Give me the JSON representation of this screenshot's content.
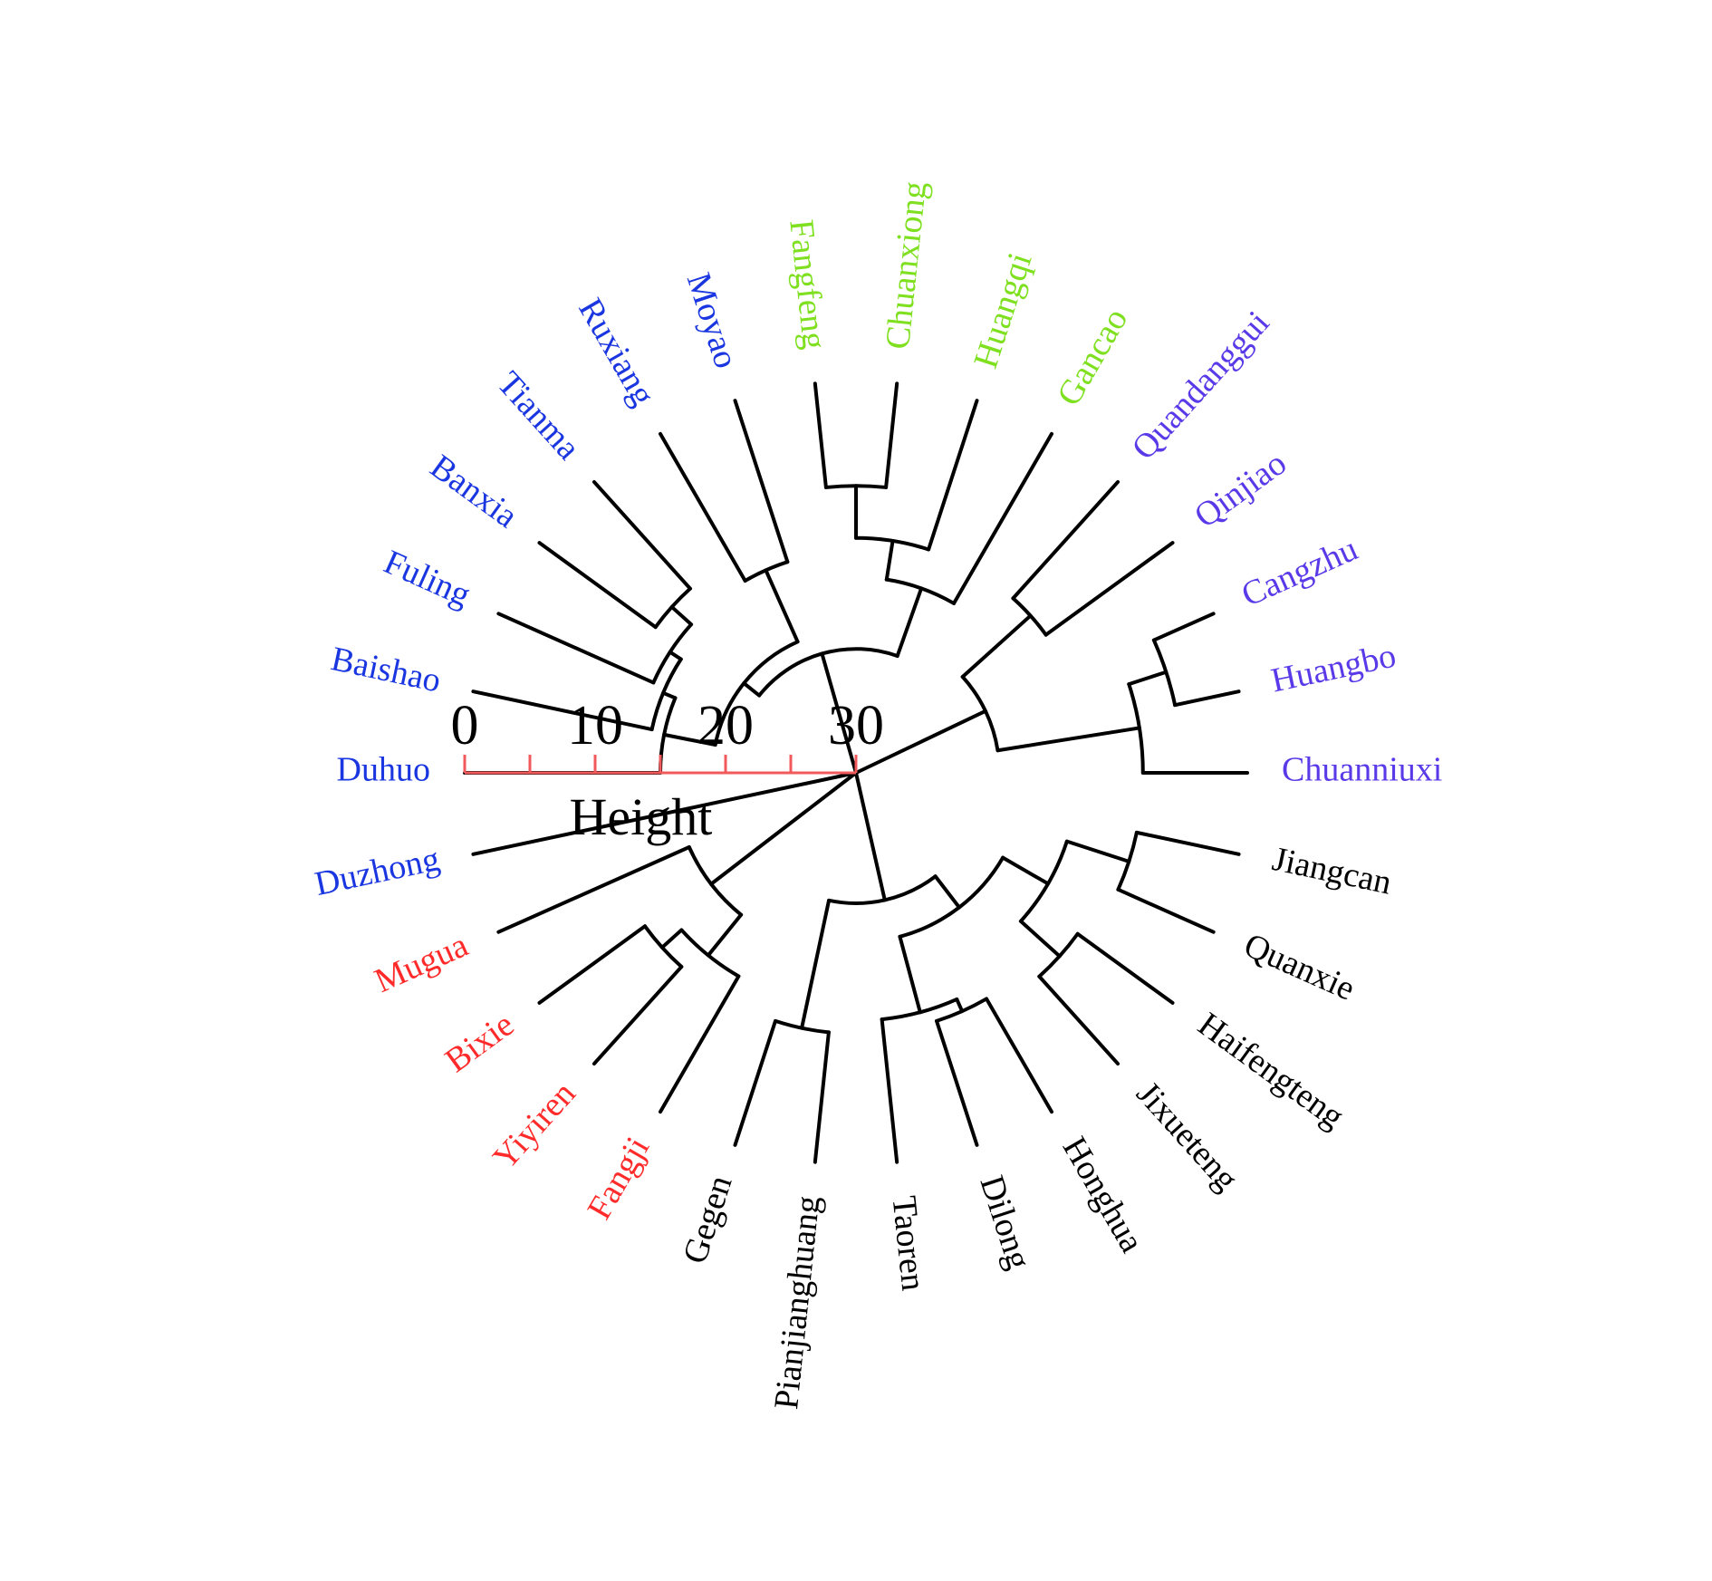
{
  "scale": {
    "title": "Height",
    "ticks": [
      0,
      10,
      20,
      30
    ],
    "max": 30,
    "color": "#f05a5a"
  },
  "colors": {
    "blue": "#1a36e0",
    "green": "#7ee01f",
    "purple": "#5a3ae8",
    "black": "#000000",
    "red": "#ff2a2a"
  },
  "leaves": [
    {
      "name": "Duhuo",
      "color": "blue"
    },
    {
      "name": "Baishao",
      "color": "blue"
    },
    {
      "name": "Fuling",
      "color": "blue"
    },
    {
      "name": "Banxia",
      "color": "blue"
    },
    {
      "name": "Tianma",
      "color": "blue"
    },
    {
      "name": "Ruxiang",
      "color": "blue"
    },
    {
      "name": "Moyao",
      "color": "blue"
    },
    {
      "name": "Fangfeng",
      "color": "green"
    },
    {
      "name": "Chuanxiong",
      "color": "green"
    },
    {
      "name": "Huangqi",
      "color": "green"
    },
    {
      "name": "Gancao",
      "color": "green"
    },
    {
      "name": "Quandanggui",
      "color": "purple"
    },
    {
      "name": "Qinjiao",
      "color": "purple"
    },
    {
      "name": "Cangzhu",
      "color": "purple"
    },
    {
      "name": "Huangbo",
      "color": "purple"
    },
    {
      "name": "Chuanniuxi",
      "color": "purple"
    },
    {
      "name": "Jiangcan",
      "color": "black"
    },
    {
      "name": "Quanxie",
      "color": "black"
    },
    {
      "name": "Haifengteng",
      "color": "black"
    },
    {
      "name": "Jixueteng",
      "color": "black"
    },
    {
      "name": "Honghua",
      "color": "black"
    },
    {
      "name": "Dilong",
      "color": "black"
    },
    {
      "name": "Taoren",
      "color": "black"
    },
    {
      "name": "Pianjianghuang",
      "color": "black"
    },
    {
      "name": "Gegen",
      "color": "black"
    },
    {
      "name": "Fangji",
      "color": "red"
    },
    {
      "name": "Yiyiren",
      "color": "red"
    },
    {
      "name": "Bixie",
      "color": "red"
    },
    {
      "name": "Mugua",
      "color": "red"
    },
    {
      "name": "Duzhong",
      "color": "blue"
    }
  ],
  "tree": {
    "h": 30,
    "c": [
      {
        "h": 20.5,
        "c": [
          {
            "h": 19,
            "c": [
              {
                "h": 15,
                "c": [
                  {
                    "l": 0
                  },
                  {
                    "h": 14,
                    "c": [
                      {
                        "l": 1
                      },
                      {
                        "h": 13,
                        "c": [
                          {
                            "l": 2
                          },
                          {
                            "h": 11,
                            "c": [
                              {
                                "l": 3
                              },
                              {
                                "l": 4
                              }
                            ]
                          }
                        ]
                      }
                    ]
                  }
                ]
              },
              {
                "h": 13,
                "c": [
                  {
                    "l": 5
                  },
                  {
                    "l": 6
                  }
                ]
              }
            ]
          },
          {
            "h": 15,
            "c": [
              {
                "h": 12,
                "c": [
                  {
                    "h": 8,
                    "c": [
                      {
                        "l": 7
                      },
                      {
                        "l": 8
                      }
                    ]
                  },
                  {
                    "l": 9
                  }
                ]
              },
              {
                "l": 10
              }
            ]
          }
        ]
      },
      {
        "h": 19,
        "c": [
          {
            "h": 12,
            "c": [
              {
                "l": 11
              },
              {
                "l": 12
              }
            ]
          },
          {
            "h": 8,
            "c": [
              {
                "h": 5,
                "c": [
                  {
                    "l": 13
                  },
                  {
                    "l": 14
                  }
                ]
              },
              {
                "l": 15
              }
            ]
          }
        ]
      },
      {
        "h": 20,
        "c": [
          {
            "h": 17,
            "c": [
              {
                "h": 13,
                "c": [
                  {
                    "h": 8,
                    "c": [
                      {
                        "l": 16
                      },
                      {
                        "l": 17
                      }
                    ]
                  },
                  {
                    "h": 9,
                    "c": [
                      {
                        "l": 18
                      },
                      {
                        "l": 19
                      }
                    ]
                  }
                ]
              },
              {
                "h": 11,
                "c": [
                  {
                    "h": 10,
                    "c": [
                      {
                        "l": 20
                      },
                      {
                        "l": 21
                      }
                    ]
                  },
                  {
                    "l": 22
                  }
                ]
              }
            ]
          },
          {
            "h": 10,
            "c": [
              {
                "l": 23
              },
              {
                "l": 24
              }
            ]
          }
        ]
      },
      {
        "h": 16,
        "c": [
          {
            "h": 12,
            "c": [
              {
                "l": 25
              },
              {
                "h": 10,
                "c": [
                  {
                    "l": 26
                  },
                  {
                    "l": 27
                  }
                ]
              }
            ]
          },
          {
            "l": 28
          }
        ]
      },
      {
        "l": 29
      }
    ]
  }
}
